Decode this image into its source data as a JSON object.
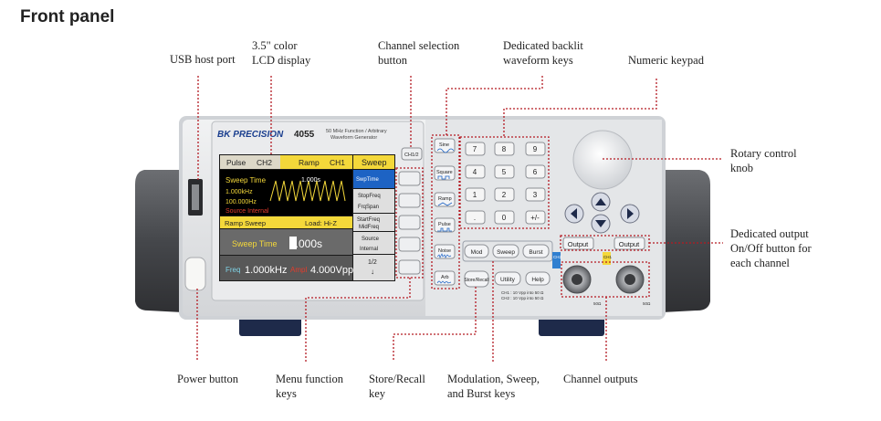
{
  "title": "Front panel",
  "callouts": {
    "usb": "USB host port",
    "lcd": [
      "3.5\" color",
      "LCD display"
    ],
    "chsel": [
      "Channel selection",
      "button"
    ],
    "backlit": [
      "Dedicated backlit",
      "waveform keys"
    ],
    "keypad": "Numeric keypad",
    "rotary": [
      "Rotary control",
      "knob"
    ],
    "outputbtn": [
      "Dedicated output",
      "On/Off button for",
      "each channel"
    ],
    "power": "Power button",
    "menu": [
      "Menu function",
      "keys"
    ],
    "store": [
      "Store/Recall",
      "key"
    ],
    "modkeys": [
      "Modulation, Sweep,",
      "and Burst keys"
    ],
    "chout": "Channel outputs"
  },
  "device": {
    "brand": "BK PRECISION",
    "model": "4055",
    "desc": [
      "50 MHz Function / Arbitrary",
      "Waveform Generator"
    ],
    "ch_button": "CH1/2",
    "wave_keys": [
      "Sine",
      "Square",
      "Ramp",
      "Pulse",
      "Noise",
      "Arb"
    ],
    "keypad": [
      "7",
      "8",
      "9",
      "4",
      "5",
      "6",
      "1",
      "2",
      "3",
      ".",
      "0",
      "+/-"
    ],
    "mode_keys": [
      "Mod",
      "Sweep",
      "Burst"
    ],
    "util_keys": [
      "Store/Recall",
      "Utility",
      "Help"
    ],
    "output_buttons": [
      "Output",
      "Output"
    ],
    "spec_text": [
      "CH1 : 10 Vpp into 50 Ω",
      "CH2 : 10 Vpp into 50 Ω"
    ],
    "ch_tags": [
      "CH2",
      "CH1"
    ],
    "ohm_labels": [
      "50Ω",
      "50Ω"
    ]
  },
  "screen": {
    "tabs": [
      "Pulse",
      "CH2",
      "Ramp",
      "CH1"
    ],
    "sweep_header": "Sweep",
    "softkeys": [
      "SwpTime",
      "StopFreq",
      "FrqSpan",
      "StartFreq",
      "MidFreq",
      "Source",
      "Internal",
      "1/2"
    ],
    "info": [
      "Sweep Time",
      "1.000kHz",
      "100.000Hz",
      "Source Internal"
    ],
    "graph_value": "1.000s",
    "status_left": "Ramp Sweep",
    "status_right": "Load: Hi-Z",
    "param_label": "Sweep Time",
    "param_value": "1.000s",
    "freq_label": "Freq",
    "freq_value": "1.000kHz",
    "ampl_label": "Ampl",
    "ampl_value": "4.000Vpp"
  },
  "colors": {
    "annotation": "#b41a22",
    "lcd_yellow": "#f4d83a",
    "lcd_blue": "#1d63c4",
    "lcd_gray": "#6a6a6a",
    "panel": "#dcdee0"
  }
}
